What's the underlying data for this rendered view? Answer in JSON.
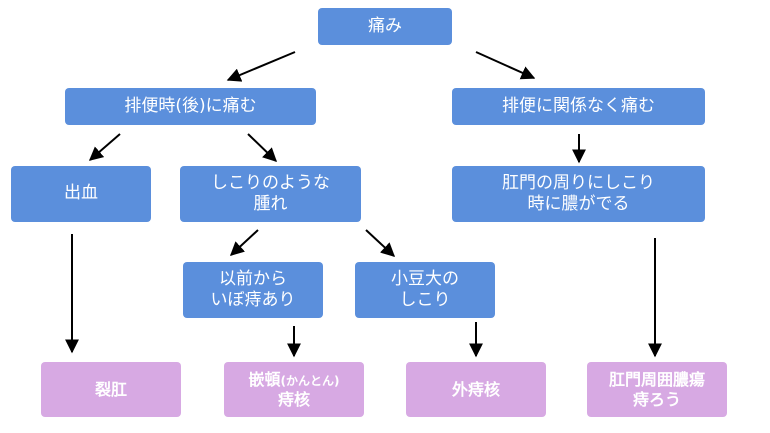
{
  "nodes": {
    "root": "痛み",
    "after_defecation": "排便時(後)に痛む",
    "regardless": "排便に関係なく痛む",
    "bleeding": "出血",
    "lump_swelling": {
      "line1": "しこりのような",
      "line2": "腫れ"
    },
    "pus": {
      "line1": "肛門の周りにしこり",
      "line2": "時に膿がでる"
    },
    "prior_hemorrhoid": {
      "line1": "以前から",
      "line2": "いぼ痔あり"
    },
    "bean_lump": {
      "line1": "小豆大の",
      "line2": "しこり"
    }
  },
  "diagnoses": {
    "fissure": "裂肛",
    "incarcerated": {
      "line1_main": "嵌頓",
      "line1_reading": "(かんとん)",
      "line2": "痔核"
    },
    "external": "外痔核",
    "fistula": {
      "line1": "肛門周囲膿瘍",
      "line2": "痔ろう"
    }
  },
  "colors": {
    "node": "#5b8fdc",
    "diagnosis": "#d7a9e3",
    "arrow": "#000000"
  }
}
